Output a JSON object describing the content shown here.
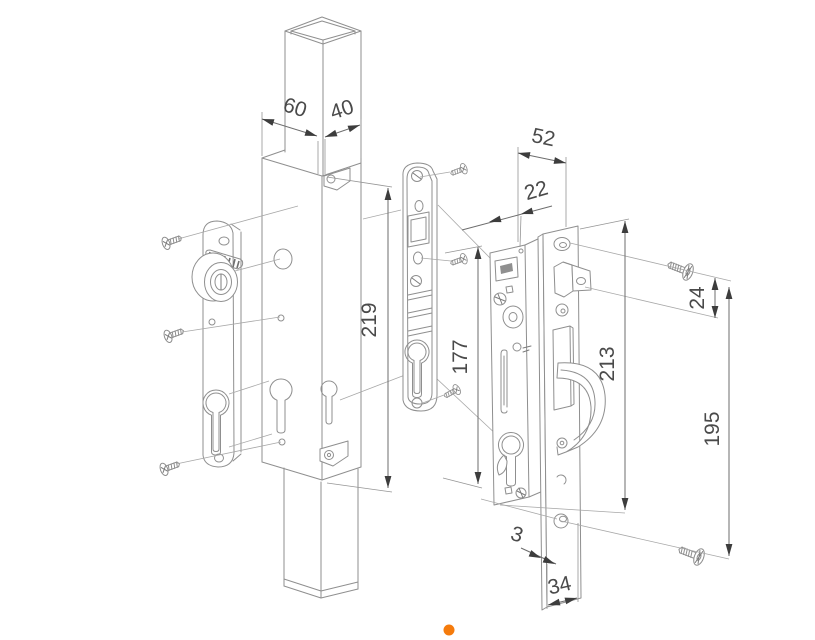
{
  "drawing": {
    "kind": "exploded-assembly-technical-drawing",
    "units_shown": false
  },
  "dimensions": {
    "box_depth": "60",
    "box_width": "40",
    "lock_case_depth": "52",
    "backset": "22",
    "box_height": "219",
    "adapter_height": "177",
    "faceplate_height": "213",
    "screw_to_spindle": "24",
    "screw_spacing": "195",
    "faceplate_thickness": "3",
    "faceplate_width": "34"
  },
  "colors": {
    "line": "#8f8f8f",
    "dimension_text": "#4a4a4a",
    "arrow": "#3d3d3d",
    "accent_dot": "#f57b0c"
  }
}
